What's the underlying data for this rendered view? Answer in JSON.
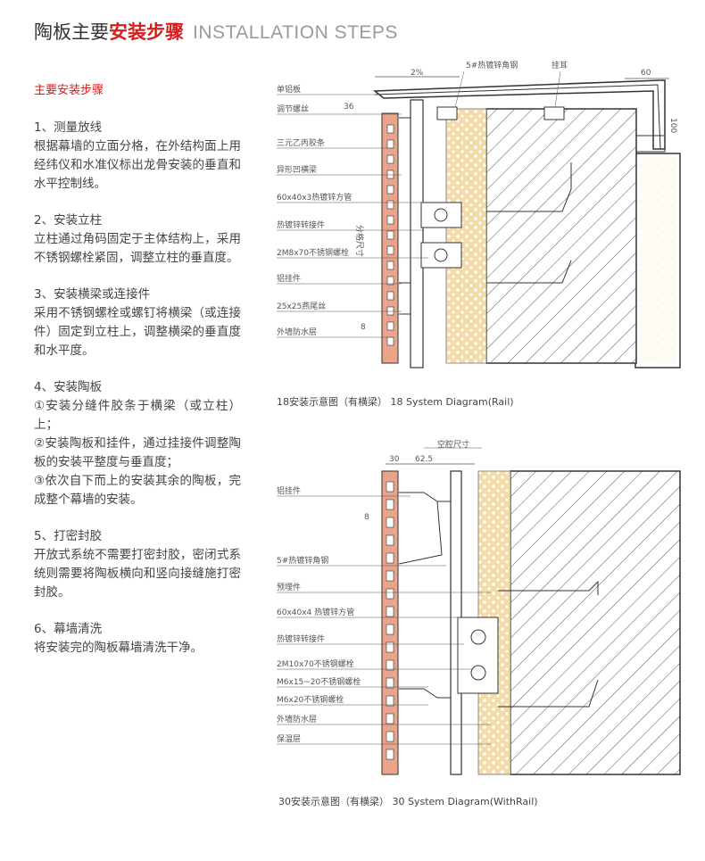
{
  "title": {
    "cn_plain": "陶板主要",
    "cn_red": "安装步骤",
    "en": "INSTALLATION STEPS"
  },
  "steps_heading": "主要安装步骤",
  "steps": [
    {
      "heading": "1、测量放线",
      "lines": [
        "根据幕墙的立面分格，在外结构面上用经纬仪和水准仪标出龙骨安装的垂直和水平控制线。"
      ]
    },
    {
      "heading": "2、安装立柱",
      "lines": [
        "立柱通过角码固定于主体结构上，采用不锈钢螺栓紧固，调整立柱的垂直度。"
      ]
    },
    {
      "heading": "3、安装横梁或连接件",
      "lines": [
        "采用不锈钢螺栓或螺钉将横梁（或连接件）固定到立柱上，调整横梁的垂直度和水平度。"
      ]
    },
    {
      "heading": "4、安装陶板",
      "lines": [
        "①安装分缝件胶条于横梁（或立柱）上；",
        "②安装陶板和挂件，通过挂接件调整陶板的安装平整度与垂直度；",
        "③依次自下而上的安装其余的陶板，完成整个幕墙的安装。"
      ]
    },
    {
      "heading": "5、打密封胶",
      "lines": [
        "开放式系统不需要打密封胶，密闭式系统则需要将陶板横向和竖向接缝施打密封胶。"
      ]
    },
    {
      "heading": "6、幕墙清洗",
      "lines": [
        "将安装完的陶板幕墙清洗干净。"
      ]
    }
  ],
  "diagram1": {
    "labels": [
      "单铝板",
      "调节螺丝",
      "三元乙丙胶条",
      "异形凹横梁",
      "60x40x3热镀锌方管",
      "热镀锌转接件",
      "2M8x70不锈钢螺栓",
      "铝挂件",
      "25x25燕尾丝",
      "外墙防水层"
    ],
    "top_labels": [
      "5#热镀锌角钢",
      "挂耳"
    ],
    "dims": {
      "slope": "2%",
      "w60": "60",
      "d36": "36",
      "h100": "100",
      "d8": "8",
      "vertical_note": "分格尺寸"
    },
    "caption": "18安装示意图（有横梁） 18 System Diagram(Rail)"
  },
  "diagram2": {
    "labels": [
      "铝挂件",
      "5#热镀锌角钢",
      "预埋件",
      "60x40x4 热镀锌方管",
      "热镀锌转接件",
      "2M10x70不锈钢螺栓",
      "M6x15~20不锈钢螺栓",
      "M6x20不锈钢螺栓",
      "外墙防水层",
      "保温层"
    ],
    "dims": {
      "d30": "30",
      "d62": "62.5",
      "top": "空腔尺寸",
      "d8": "8"
    },
    "caption": "30安装示意图（有横梁） 30 System Diagram(WithRail)"
  },
  "colors": {
    "accent": "#d51e1e",
    "terracotta": "#e9a48a",
    "insulation": "#f3dca9",
    "concrete_line": "#444444"
  }
}
